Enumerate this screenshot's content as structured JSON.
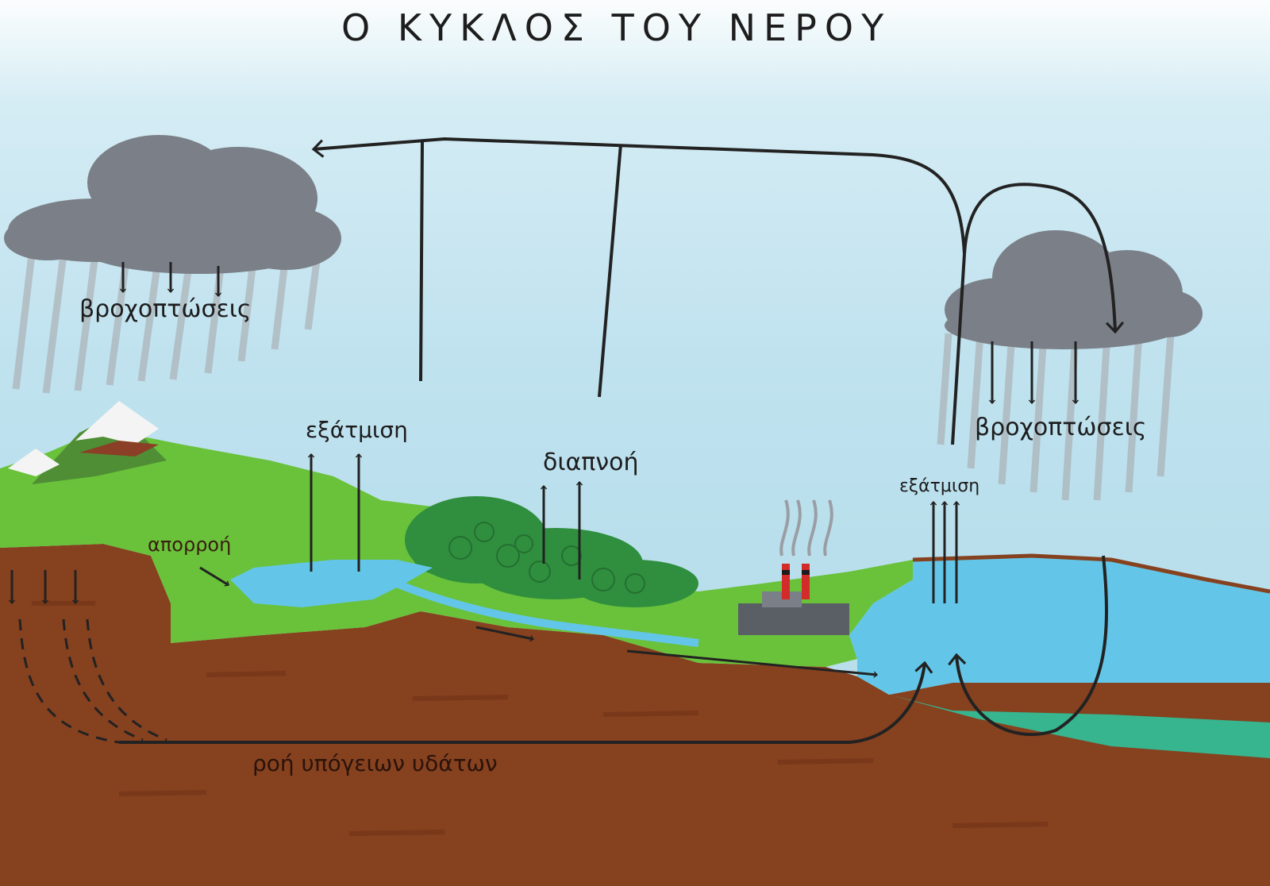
{
  "title": "Ο ΚΥΚΛΟΣ ΤΟΥ ΝΕΡΟΥ",
  "labels": {
    "precipitation_left": "βροχοπτώσεις",
    "precipitation_right": "βροχοπτώσεις",
    "evaporation_left": "εξάτμιση",
    "evaporation_right": "εξάτμιση",
    "transpiration": "διαπνοή",
    "runoff": "απορροή",
    "groundwater_flow": "ροή υπόγειων υδάτων"
  },
  "colors": {
    "sky": "#bfe2f0",
    "cloud": "#7a7e86",
    "grass": "#69c23a",
    "forest": "#2f8f3e",
    "soil": "#86411f",
    "water": "#63c6e8",
    "deep_water": "#36b58f",
    "arrow": "#222222"
  }
}
